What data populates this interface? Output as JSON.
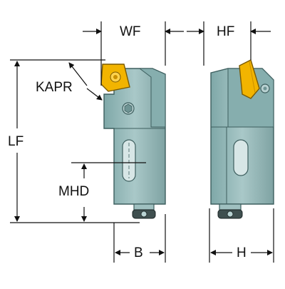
{
  "labels": {
    "wf": "WF",
    "hf": "HF",
    "kapr": "KAPR",
    "lf": "LF",
    "mhd": "MHD",
    "b": "B",
    "h": "H"
  },
  "colors": {
    "body": "#9bbcbc",
    "body_dark": "#5f8c8c",
    "body_light": "#c9dede",
    "insert": "#f2b400",
    "insert_dark": "#b88400",
    "line": "#111111"
  }
}
